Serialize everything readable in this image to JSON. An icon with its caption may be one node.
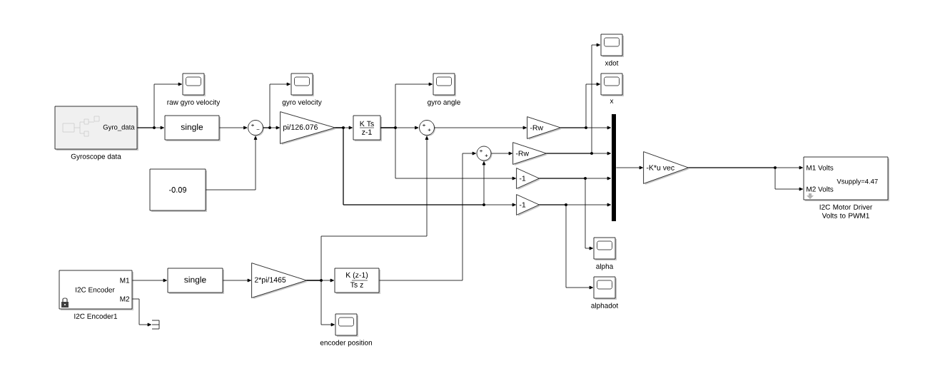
{
  "diagram": {
    "nodes": [
      {
        "text": [
          "Gyro_data",
          "Gyroscope data"
        ]
      },
      {
        "text": [
          "raw gyro velocity"
        ]
      },
      {
        "text": [
          "single"
        ]
      },
      {
        "text": [
          "+",
          "−"
        ]
      },
      {
        "text": [
          "-0.09"
        ]
      },
      {
        "text": [
          "gyro velocity"
        ]
      },
      {
        "text": [
          "pi/126.076"
        ]
      },
      {
        "text": [
          "K Ts",
          "z-1"
        ]
      },
      {
        "text": [
          "gyro angle"
        ]
      },
      {
        "text": [
          "+",
          "+"
        ]
      },
      {
        "text": [
          "-Rw"
        ]
      },
      {
        "text": [
          "xdot"
        ]
      },
      {
        "text": [
          "x"
        ]
      },
      {
        "text": [
          "+",
          "+"
        ]
      },
      {
        "text": [
          "-Rw"
        ]
      },
      {
        "text": [
          "-1"
        ]
      },
      {
        "text": [
          "-1"
        ]
      },
      {
        "text": [],
        "shape": "bar"
      },
      {
        "text": [
          "-K*u vec"
        ]
      },
      {
        "text": [
          "M1 Volts",
          "M2 Volts",
          "Vsupply=4.47",
          "I2C Motor Driver Volts to PWM1"
        ]
      },
      {
        "text": [
          "alpha"
        ]
      },
      {
        "text": [
          "alphadot"
        ]
      },
      {
        "text": [
          "M1",
          "I2C Encoder",
          "M2",
          "I2C Encoder1"
        ]
      },
      {
        "text": [
          "single"
        ]
      },
      {
        "text": [
          "2*pi/1465"
        ]
      },
      {
        "text": [
          "K (z-1)",
          "Ts z"
        ]
      },
      {
        "text": [],
        "shape": "bracket"
      },
      {
        "text": [
          "encoder position"
        ]
      }
    ],
    "edges": [
      {
        "from": 0,
        "to": 1,
        "arrow": "to"
      },
      {
        "from": 0,
        "to": 2,
        "arrow": "to"
      },
      {
        "from": 2,
        "to": 3,
        "arrow": "to"
      },
      {
        "from": 4,
        "to": 3,
        "arrow": "to"
      },
      {
        "from": 3,
        "to": 5,
        "arrow": "to"
      },
      {
        "from": 3,
        "to": 6,
        "arrow": "to"
      },
      {
        "from": 6,
        "to": 7,
        "arrow": "to"
      },
      {
        "from": 6,
        "to": 16,
        "arrow": "to"
      },
      {
        "from": 7,
        "to": 8,
        "arrow": "to"
      },
      {
        "from": 7,
        "to": 9,
        "arrow": "to"
      },
      {
        "from": 7,
        "to": 15,
        "arrow": "to"
      },
      {
        "from": 9,
        "to": 10,
        "arrow": "to"
      },
      {
        "from": 10,
        "to": 17,
        "arrow": "to"
      },
      {
        "from": 10,
        "to": 12,
        "arrow": "to"
      },
      {
        "from": 13,
        "to": 14,
        "arrow": "to"
      },
      {
        "from": 14,
        "to": 17,
        "arrow": "to"
      },
      {
        "from": 14,
        "to": 11,
        "arrow": "to"
      },
      {
        "from": 15,
        "to": 17,
        "arrow": "to"
      },
      {
        "from": 15,
        "to": 20,
        "arrow": "to"
      },
      {
        "from": 16,
        "to": 17,
        "arrow": "to"
      },
      {
        "from": 16,
        "to": 21,
        "arrow": "to"
      },
      {
        "from": 6,
        "to": 13,
        "arrow": "to"
      },
      {
        "from": 17,
        "to": 18,
        "arrow": "to"
      },
      {
        "from": 18,
        "to": 19,
        "arrow": "to"
      },
      {
        "from": 18,
        "to": 19,
        "arrow": "to"
      },
      {
        "from": 22,
        "to": 23,
        "arrow": "to"
      },
      {
        "from": 22,
        "to": 26,
        "arrow": "to"
      },
      {
        "from": 23,
        "to": 24,
        "arrow": "to"
      },
      {
        "from": 24,
        "to": 25,
        "arrow": "to"
      },
      {
        "from": 24,
        "to": 27,
        "arrow": "to"
      },
      {
        "from": 24,
        "to": 9,
        "arrow": "to"
      },
      {
        "from": 25,
        "to": 13,
        "arrow": "to"
      }
    ]
  }
}
